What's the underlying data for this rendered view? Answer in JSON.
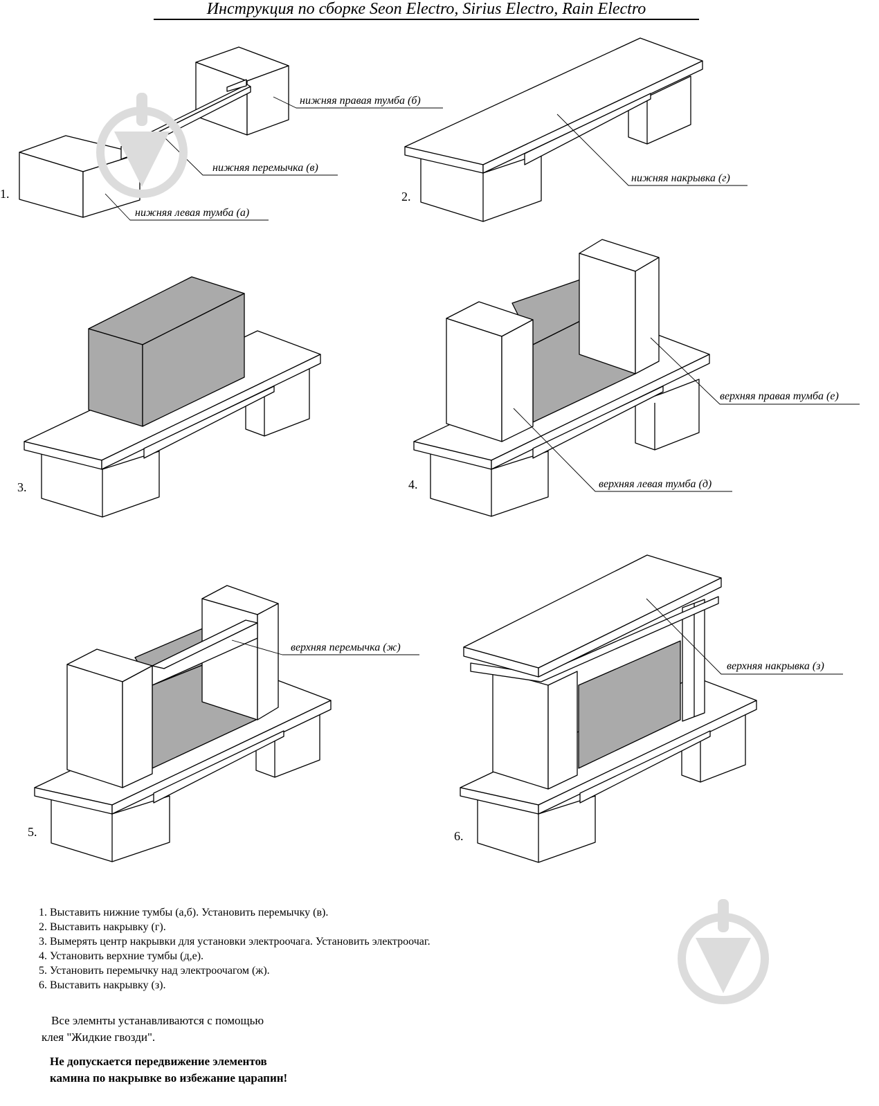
{
  "title": "Инструкция по сборке Seon Electro, Sirius Electro, Rain Electro",
  "figures": [
    {
      "number": "1.",
      "labels": [
        "нижняя правая тумба (б)",
        "нижняя перемычка (в)",
        "нижняя левая тумба (а)"
      ]
    },
    {
      "number": "2.",
      "labels": [
        "нижняя накрывка (г)"
      ]
    },
    {
      "number": "3.",
      "labels": []
    },
    {
      "number": "4.",
      "labels": [
        "верхняя правая тумба (е)",
        "верхняя левая тумба (д)"
      ]
    },
    {
      "number": "5.",
      "labels": [
        "верхняя перемычка (ж)"
      ]
    },
    {
      "number": "6.",
      "labels": [
        "верхняя накрывка (з)"
      ]
    }
  ],
  "steps": [
    "1. Выставить нижние тумбы (а,б). Установить перемычку (в).",
    "2. Выставить накрывку (г).",
    "3. Вымерять центр накрывки для установки электроочага. Установить электроочаг.",
    "4. Установить верхние тумбы (д,е).",
    "5. Установить перемычку над электроочагом (ж).",
    "6. Выставить накрывку (з)."
  ],
  "note": [
    "Все элемнты устанавливаются с помощью",
    "клея \"Жидкие гвозди\"."
  ],
  "warning": [
    "Не допускается передвижение элементов",
    "камина по накрывке во избежание царапин!"
  ],
  "colors": {
    "line": "#000000",
    "fill_gray": "#aaaaaa",
    "watermark": "#dcdcdc"
  }
}
